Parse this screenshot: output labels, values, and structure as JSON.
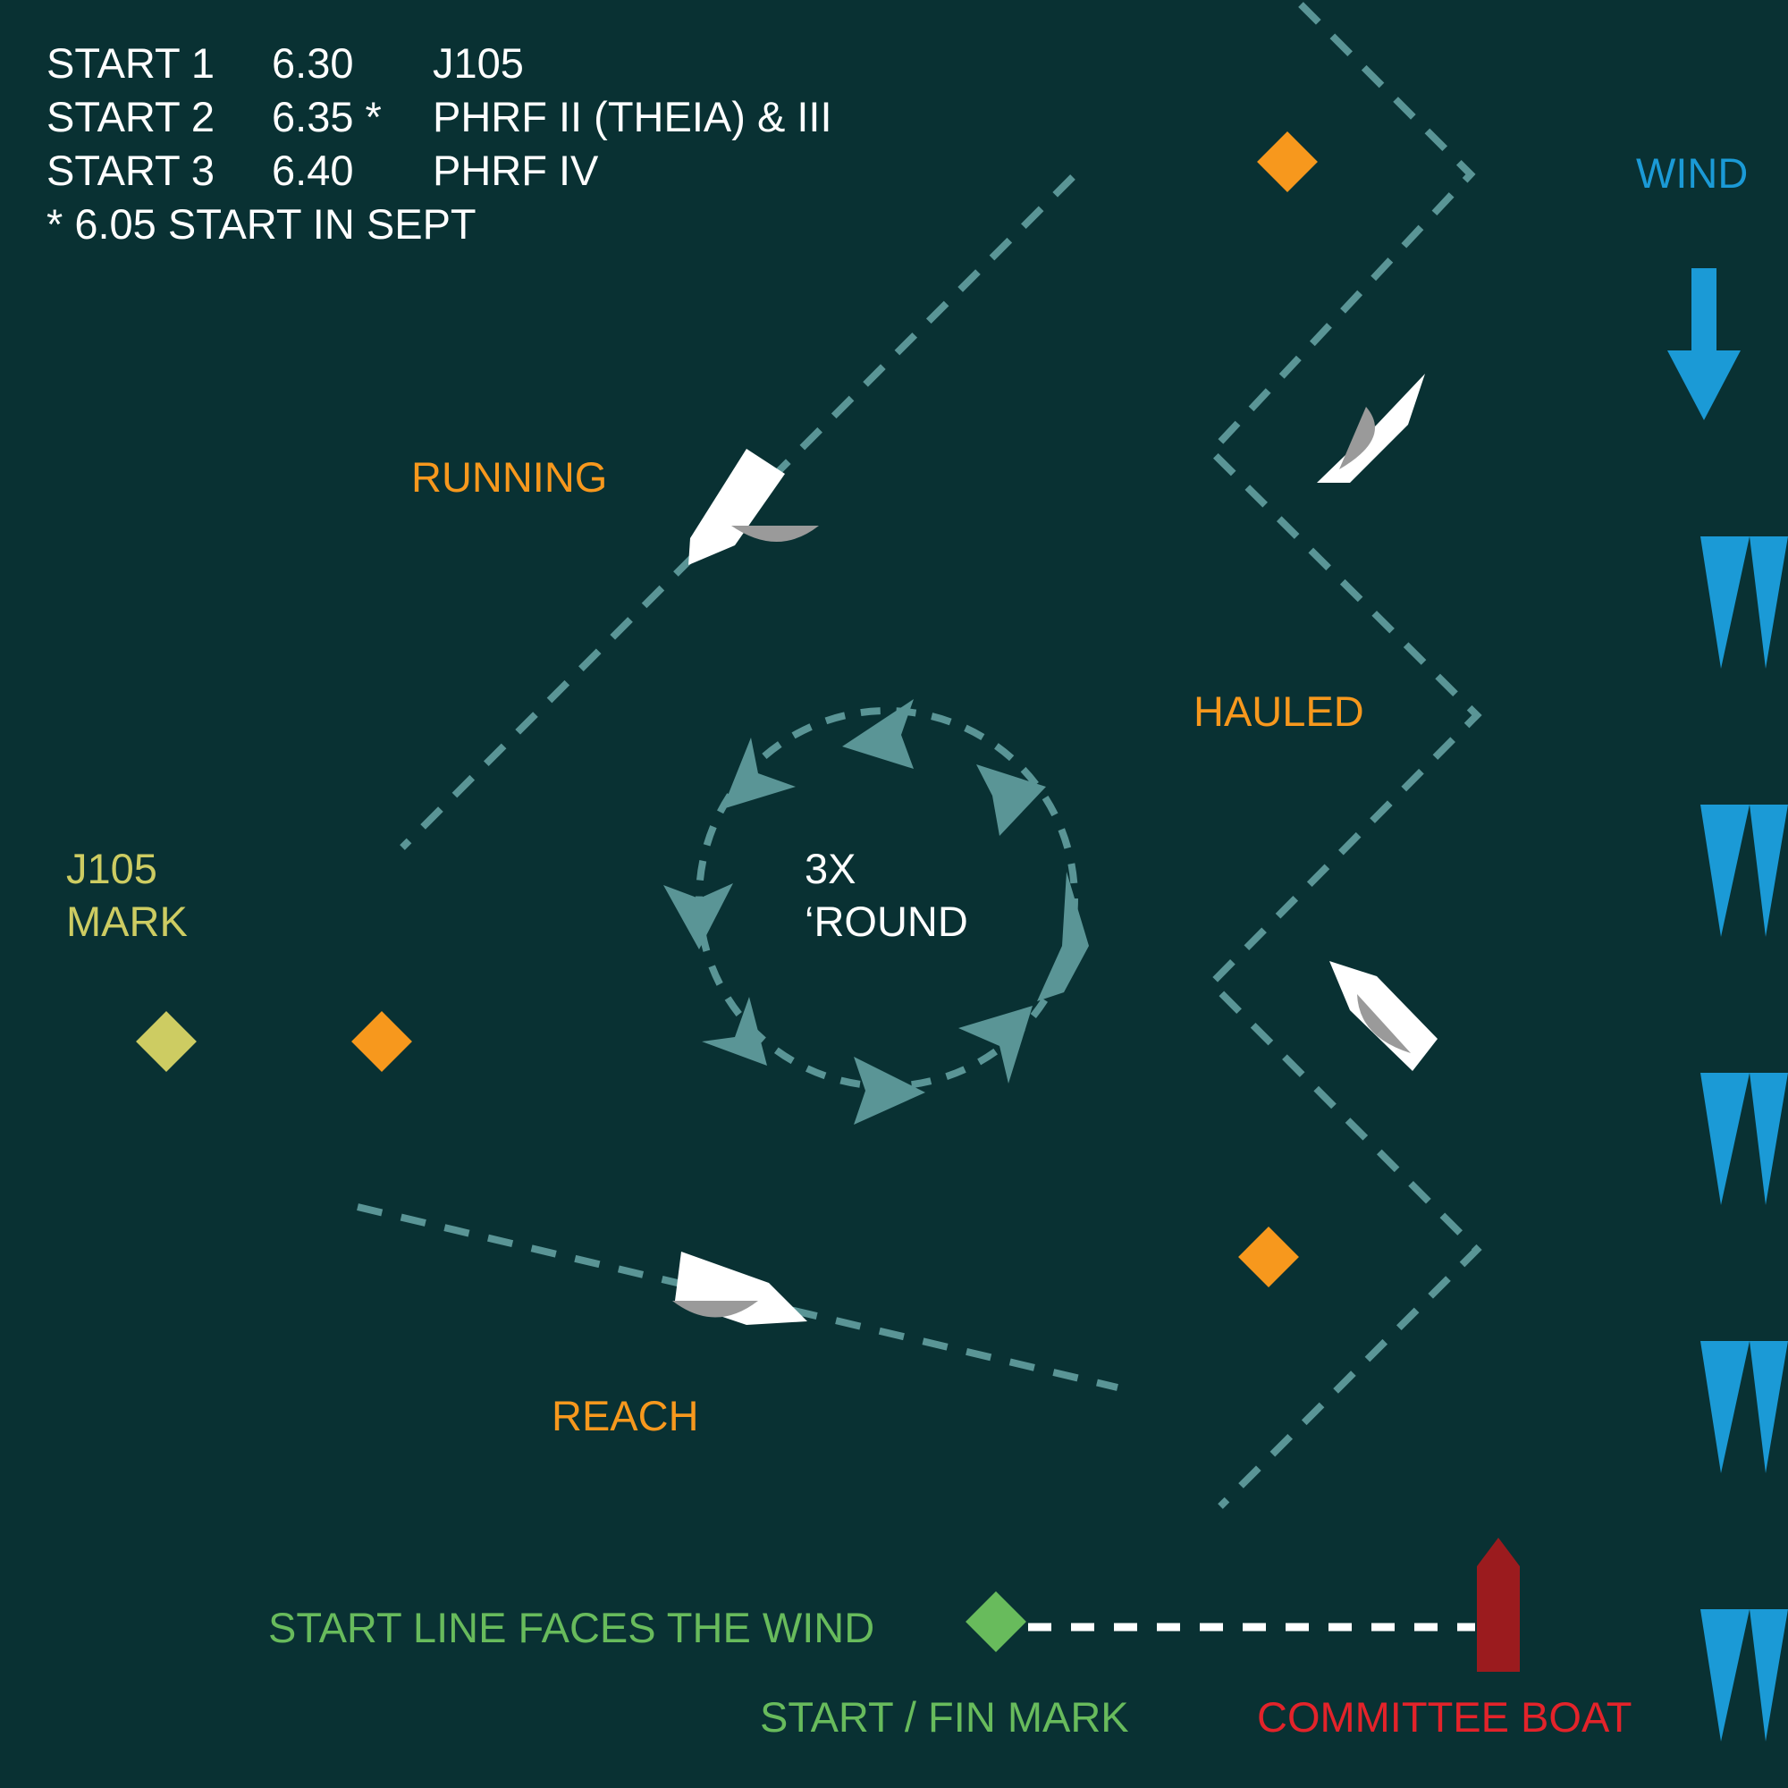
{
  "schedule": [
    {
      "start": "START 1",
      "time": "6.30",
      "fleet": "J105"
    },
    {
      "start": "START 2",
      "time": "6.35 *",
      "fleet": "PHRF II (THEIA) & III"
    },
    {
      "start": "START 3",
      "time": "6.40",
      "fleet": "PHRF IV"
    }
  ],
  "schedule_note": "* 6.05 START IN SEPT",
  "labels": {
    "wind": "WIND",
    "running": "RUNNING",
    "hauled": "HAULED",
    "reach": "REACH",
    "rounding_line1": "3X",
    "rounding_line2": "‘ROUND",
    "j105_mark_line1": "J105",
    "j105_mark_line2": "MARK",
    "start_line": "START LINE FACES THE WIND",
    "start_fin_mark": "START / FIN MARK",
    "committee_boat": "COMMITTEE BOAT"
  },
  "colors": {
    "background": "#093133",
    "course_line": "#5a9596",
    "orange_mark": "#f7981d",
    "j105_mark": "#cdcc62",
    "start_mark": "#68bb5c",
    "committee_boat": "#9b1b1e",
    "committee_text": "#e3232a",
    "wind": "#1b9ad6",
    "boat_hull": "#ffffff",
    "sail": "#9a9a9a"
  },
  "icons": {
    "wind_arrow": "down-arrow-icon",
    "wind_pennant": "pennant-icon",
    "boat": "sailboat-icon",
    "mark": "diamond-buoy-icon",
    "committee": "committee-boat-icon"
  }
}
